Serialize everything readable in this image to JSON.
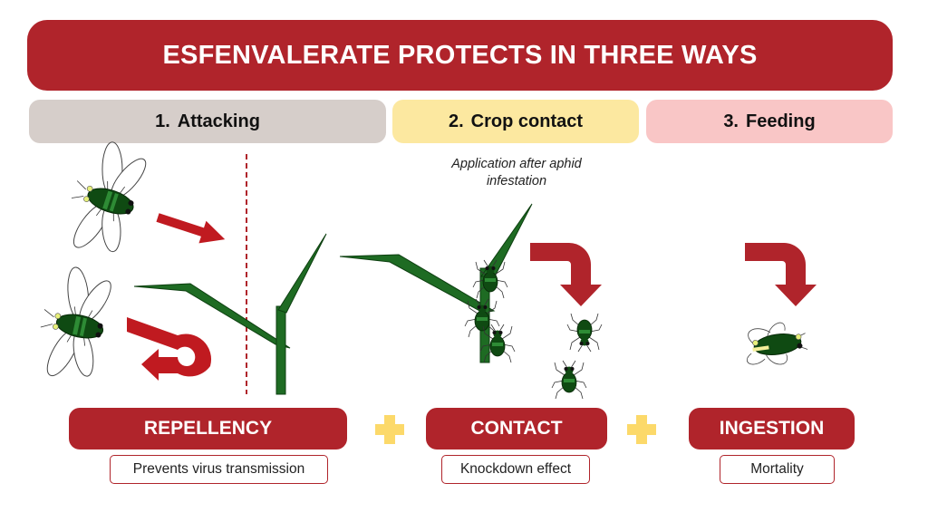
{
  "title": "ESFENVALERATE PROTECTS IN THREE WAYS",
  "stages": [
    {
      "number": "1.",
      "label": "Attacking",
      "color": "#d6ceca"
    },
    {
      "number": "2.",
      "label": "Crop contact",
      "color": "#fce8a0"
    },
    {
      "number": "3.",
      "label": "Feeding",
      "color": "#f9c6c6"
    }
  ],
  "note": "Application after aphid infestation",
  "effects": [
    {
      "label": "REPELLENCY",
      "description": "Prevents virus transmission"
    },
    {
      "label": "CONTACT",
      "description": "Knockdown effect"
    },
    {
      "label": "INGESTION",
      "description": "Mortality"
    }
  ],
  "colors": {
    "accent_red": "#b0242b",
    "plus_yellow": "#fcd96a",
    "plant_green": "#1e6b23",
    "aphid_green": "#0f4a12"
  }
}
